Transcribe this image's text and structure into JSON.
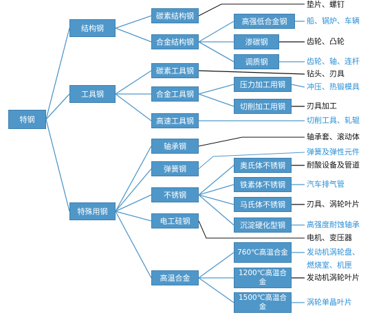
{
  "colors": {
    "node_fill": "#4f97c9",
    "connector": "#4f97c9",
    "annotation_black": "#111111",
    "annotation_blue": "#2a8fd6"
  },
  "root": "特钢",
  "categories": {
    "structural_steel": "结构钢",
    "tool_steel": "工具钢",
    "special_use_steel": "特殊用钢"
  },
  "structural": {
    "carbon_structural_steel": "碳素结构钢",
    "alloy_structural_steel": "合金结构钢",
    "hsla_steel": "高强低合金钢",
    "carburizing_steel": "渗碳钢",
    "quenched_tempered_steel": "调质钢"
  },
  "tool": {
    "carbon_tool_steel": "碳素工具钢",
    "alloy_tool_steel": "合金工具钢",
    "high_speed_tool_steel": "高速工具钢",
    "pressure_working_tool_steel": "压力加工用钢",
    "cutting_tool_steel": "切削加工用钢"
  },
  "special": {
    "bearing_steel": "轴承钢",
    "spring_steel": "弹簧钢",
    "stainless_steel": "不锈钢",
    "electrical_silicon_steel": "电工硅钢",
    "superalloy": "高温合金",
    "austenitic": "奥氏体不锈钢",
    "ferritic": "铁素体不锈钢",
    "martensitic": "马氏体不锈钢",
    "precipitation_hardening": "沉淀硬化型钢",
    "superalloy_760": "760℃高温合金",
    "superalloy_1200": "1200℃高温合金",
    "superalloy_1500": "1500℃高温合金"
  },
  "applications": {
    "gaskets_screws": "垫片、螺钉",
    "ships_boilers_vehicles": "船、锅炉、车辆",
    "gears_cams": "齿轮、凸轮",
    "gears_shafts_rods": "齿轮、轴、连杆",
    "drills_blades": "钻头、刃具",
    "stamping_forging_dies": "冲压、热锻模具",
    "blade_machining": "刃具加工",
    "cutting_tools_rolls": "切削工具、轧辊",
    "bearing_sleeves_rollers": "轴承套、滚动体",
    "springs_elastic_parts": "弹簧及弹性元件",
    "acid_resistant_pipes": "耐酸设备及管道",
    "exhaust_pipes": "汽车排气管",
    "blades_turbine_blades": "刃具、涡轮叶片",
    "high_strength_bearings": "高强度耐蚀轴承",
    "motors_transformers": "电机、变压器",
    "turbine_disks_line1": "发动机涡轮盘、",
    "turbine_disks_line2": "燃烧室、机匣",
    "engine_turbine_blades": "发动机涡轮叶片",
    "single_crystal_blades": "涡轮单晶叶片"
  }
}
